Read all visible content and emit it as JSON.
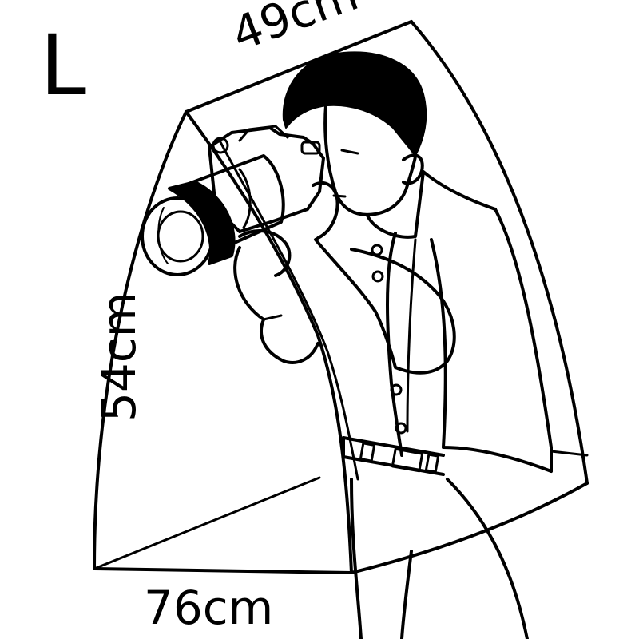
{
  "size": "L",
  "dimensions": {
    "top": "49cm",
    "side": "54cm",
    "bottom": "76cm"
  },
  "colors": {
    "line": "#000000",
    "background": "#ffffff"
  }
}
